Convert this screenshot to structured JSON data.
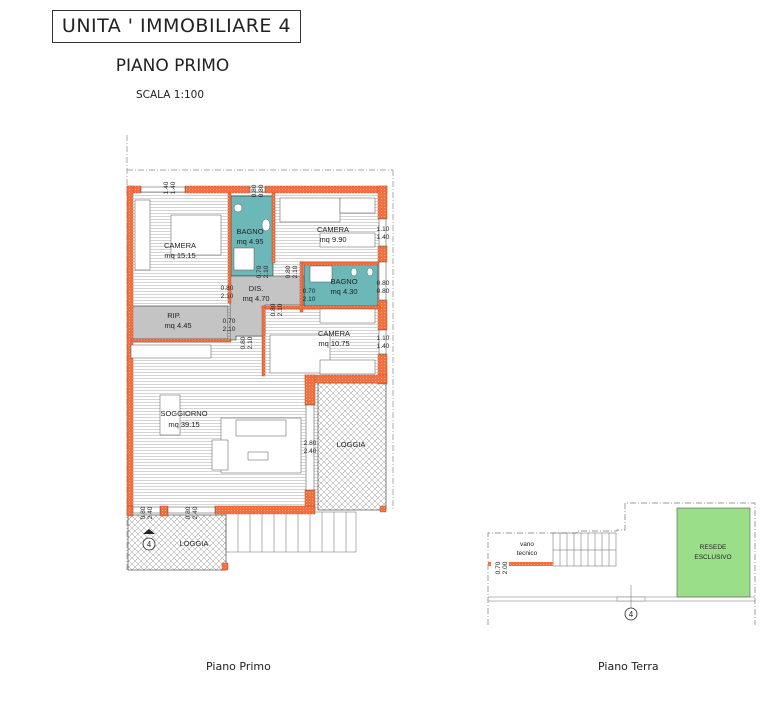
{
  "header": {
    "title": "UNITA ' IMMOBILIARE  4",
    "subtitle": "PIANO PRIMO",
    "scale": "SCALA 1:100"
  },
  "colors": {
    "wall": "#f2703f",
    "bathroom": "#6cb8b8",
    "service": "#c4c4c4",
    "garden": "#9bde8a"
  },
  "plan_primo": {
    "caption": "Piano Primo",
    "unit_marker": "4",
    "rooms": [
      {
        "name": "CAMERA",
        "area": "mq 15.15"
      },
      {
        "name": "BAGNO",
        "area": "mq 4.95"
      },
      {
        "name": "CAMERA",
        "area": "mq 9.90"
      },
      {
        "name": "BAGNO",
        "area": "mq 4.30"
      },
      {
        "name": "DIS.",
        "area": "mq 4.70"
      },
      {
        "name": "RIP.",
        "area": "mq 4.45"
      },
      {
        "name": "CAMERA",
        "area": "mq 10.75"
      },
      {
        "name": "SOGGIORNO",
        "area": "mq 39.15"
      },
      {
        "name": "LOGGIA",
        "area": ""
      },
      {
        "name": "LOGGIA",
        "area": ""
      }
    ],
    "openings": [
      {
        "w": "1.10",
        "h": "1.40"
      },
      {
        "w": "0.80",
        "h": "0.80"
      },
      {
        "w": "1.10",
        "h": "1.40"
      },
      {
        "w": "0.80",
        "h": "2.10"
      },
      {
        "w": "0.70",
        "h": "2.10"
      },
      {
        "w": "0.70",
        "h": "2.10"
      },
      {
        "w": "2.80",
        "h": "2.40"
      },
      {
        "w": "1.40",
        "h": "1.40"
      },
      {
        "w": "0.80",
        "h": "0.80"
      },
      {
        "w": "0.70",
        "h": "2.10"
      },
      {
        "w": "0.80",
        "h": "2.10"
      },
      {
        "w": "0.80",
        "h": "2.10"
      },
      {
        "w": "0.80",
        "h": "2.10"
      },
      {
        "w": "0.80",
        "h": "2.40"
      },
      {
        "w": "0.80",
        "h": "2.40"
      }
    ]
  },
  "plan_terra": {
    "caption": "Piano Terra",
    "unit_marker": "4",
    "vano_line1": "vano",
    "vano_line2": "tecnico",
    "resede_line1": "RESEDE",
    "resede_line2": "ESCLUSIVO",
    "opening": {
      "w": "0.70",
      "h": "2.00"
    }
  }
}
